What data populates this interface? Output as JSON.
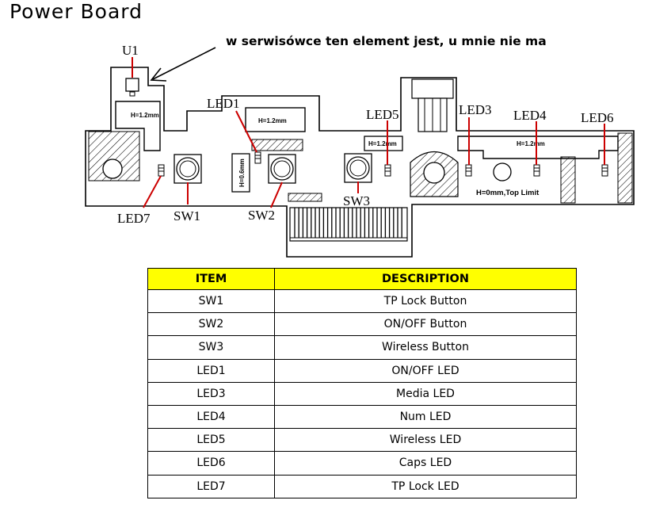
{
  "page": {
    "title": "Power Board",
    "note": "w serwisówce ten element jest, u mnie nie ma"
  },
  "diagram": {
    "labels": {
      "u1": "U1",
      "led1": "LED1",
      "led5": "LED5",
      "led3": "LED3",
      "led4": "LED4",
      "led6": "LED6",
      "led7": "LED7",
      "sw1": "SW1",
      "sw2": "SW2",
      "sw3": "SW3"
    },
    "marks": {
      "h12_left": "H=1.2mm",
      "h12_center": "H=1.2mm",
      "h12_led5": "H=1.2mm",
      "h12_right": "H=1.2mm",
      "h06": "H=0.6mm",
      "top_limit": "H=0mm,Top Limit"
    },
    "colors": {
      "callout": "#cc0000",
      "header_bg": "#ffff00"
    }
  },
  "table": {
    "headers": {
      "item": "ITEM",
      "description": "DESCRIPTION"
    },
    "rows": [
      {
        "item": "SW1",
        "description": "TP Lock Button"
      },
      {
        "item": "SW2",
        "description": "ON/OFF Button"
      },
      {
        "item": "SW3",
        "description": "Wireless Button"
      },
      {
        "item": "LED1",
        "description": "ON/OFF LED"
      },
      {
        "item": "LED3",
        "description": "Media LED"
      },
      {
        "item": "LED4",
        "description": "Num LED"
      },
      {
        "item": "LED5",
        "description": "Wireless LED"
      },
      {
        "item": "LED6",
        "description": "Caps LED"
      },
      {
        "item": "LED7",
        "description": "TP Lock LED"
      }
    ]
  }
}
